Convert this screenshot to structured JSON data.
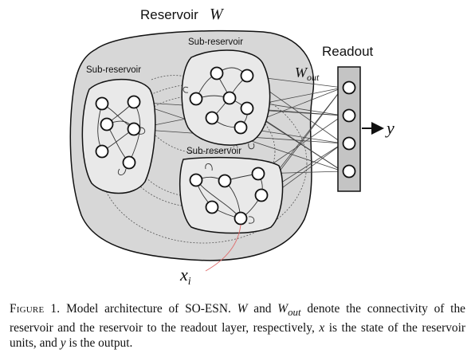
{
  "diagram": {
    "title": "Reservoir",
    "title_symbol": "W",
    "sub_reservoir_label": "Sub-reservoir",
    "sub_reservoirs": [
      {
        "name": "left",
        "label": "Sub-reservoir"
      },
      {
        "name": "top",
        "label": "Sub-reservoir"
      },
      {
        "name": "bottom",
        "label": "Sub-reservoir"
      }
    ],
    "readout_label": "Readout",
    "w_out_base": "W",
    "w_out_sub": "out",
    "output_symbol": "y",
    "input_base": "x",
    "input_sub": "i",
    "colors": {
      "reservoir_fill": "#d7d7d7",
      "sub_fill": "#e9e9e9",
      "readout_fill": "#c4c4c4",
      "input_line": "#e07070",
      "stroke": "#111111"
    }
  },
  "caption": {
    "figure_label": "Figure 1.",
    "t1": "Model architecture of SO-ESN.",
    "w": "W",
    "t2": "and",
    "w_out": "W",
    "w_out_sub": "out",
    "t3": "denote the connectivity of the reservoir and the reservoir to the readout layer, respectively,",
    "x": "x",
    "t4": "is the state of the reservoir units, and",
    "y": "y",
    "t5": "is the output."
  }
}
